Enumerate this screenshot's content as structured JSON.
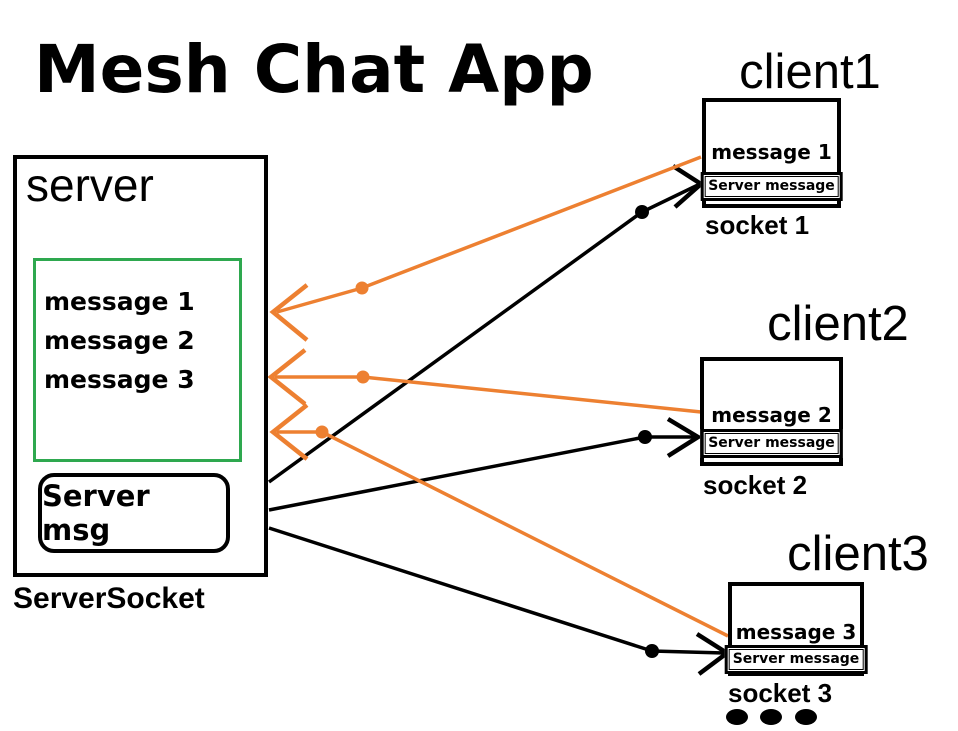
{
  "title": "Mesh Chat App",
  "server": {
    "label": "server",
    "messages": [
      "message 1",
      "message 2",
      "message 3"
    ],
    "send_button": "Server msg",
    "caption": "ServerSocket"
  },
  "clients": [
    {
      "name": "client1",
      "message": "message 1",
      "button": "Server message",
      "caption": "socket 1"
    },
    {
      "name": "client2",
      "message": "message 2",
      "button": "Server message",
      "caption": "socket 2"
    },
    {
      "name": "client3",
      "message": "message 3",
      "button": "Server message",
      "caption": "socket 3"
    }
  ],
  "colors": {
    "arrow_client_to_server": "#ED8031",
    "arrow_server_to_client": "#000000",
    "message_list_border": "#2EA84F"
  },
  "ellipsis_dot_count": 3
}
